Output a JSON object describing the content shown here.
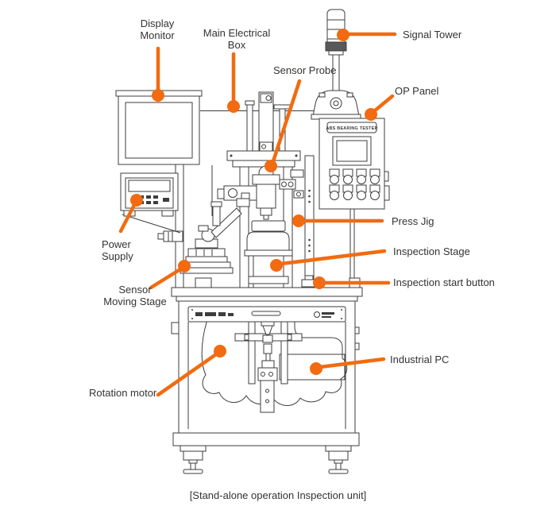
{
  "diagram": {
    "caption": "[Stand-alone operation Inspection unit]",
    "op_panel_title": "ABS BEARING TESTER",
    "colors": {
      "accent": "#F26B10",
      "line": "#3d3d3d",
      "text": "#333333"
    },
    "labels": {
      "display_monitor": "Display\nMonitor",
      "main_electrical_box": "Main Electrical\nBox",
      "sensor_probe": "Sensor Probe",
      "signal_tower": "Signal Tower",
      "op_panel": "OP Panel",
      "press_jig": "Press Jig",
      "inspection_stage": "Inspection Stage",
      "inspection_start_button": "Inspection start button",
      "industrial_pc": "Industrial PC",
      "rotation_motor": "Rotation motor",
      "power_supply": "Power\nSupply",
      "sensor_moving_stage": "Sensor\nMoving Stage"
    }
  }
}
